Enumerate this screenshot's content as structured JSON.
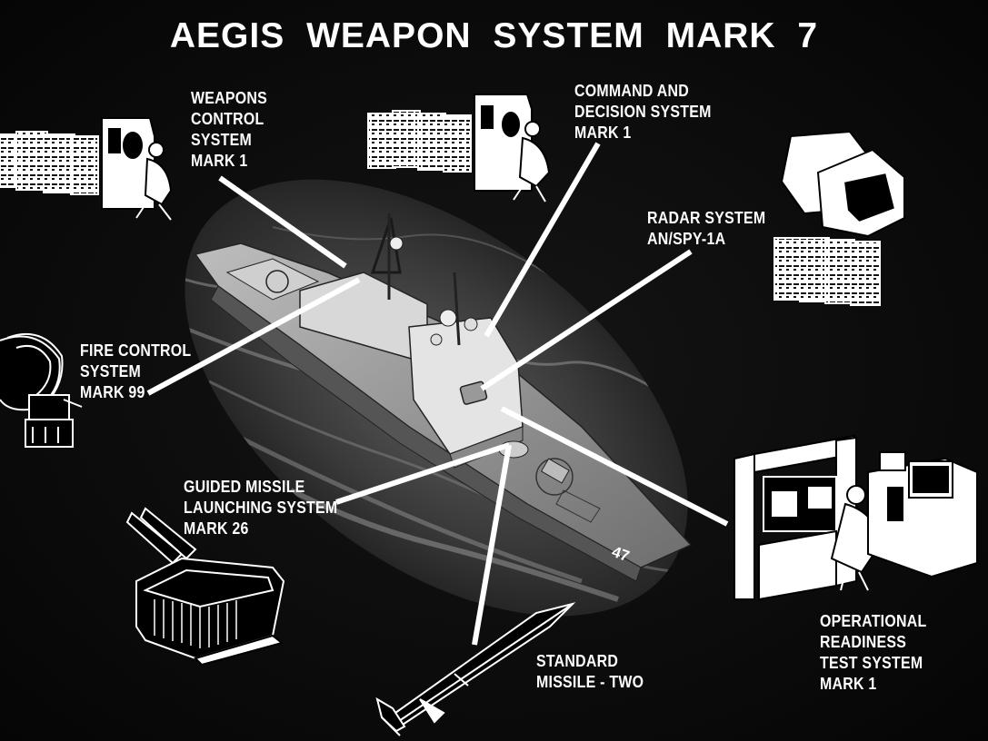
{
  "title": "AEGIS WEAPON SYSTEM MARK 7",
  "labels": {
    "weapons_control": [
      "WEAPONS",
      "CONTROL",
      "SYSTEM",
      "MARK 1"
    ],
    "command_decision": [
      "COMMAND AND",
      "DECISION SYSTEM",
      "MARK 1"
    ],
    "radar": [
      "RADAR SYSTEM",
      "AN/SPY-1A"
    ],
    "fire_control": [
      "FIRE CONTROL",
      "SYSTEM",
      "MARK 99"
    ],
    "launching": [
      "GUIDED MISSILE",
      "LAUNCHING SYSTEM",
      "MARK 26"
    ],
    "missile": [
      "STANDARD",
      "MISSILE - TWO"
    ],
    "ortsm": [
      "OPERATIONAL",
      "READINESS",
      "TEST SYSTEM",
      "MARK 1"
    ]
  },
  "ship": {
    "hull_number": "47"
  },
  "colors": {
    "background": "#0b0b0b",
    "foreground": "#ffffff",
    "sea": "#3a3a3a"
  }
}
